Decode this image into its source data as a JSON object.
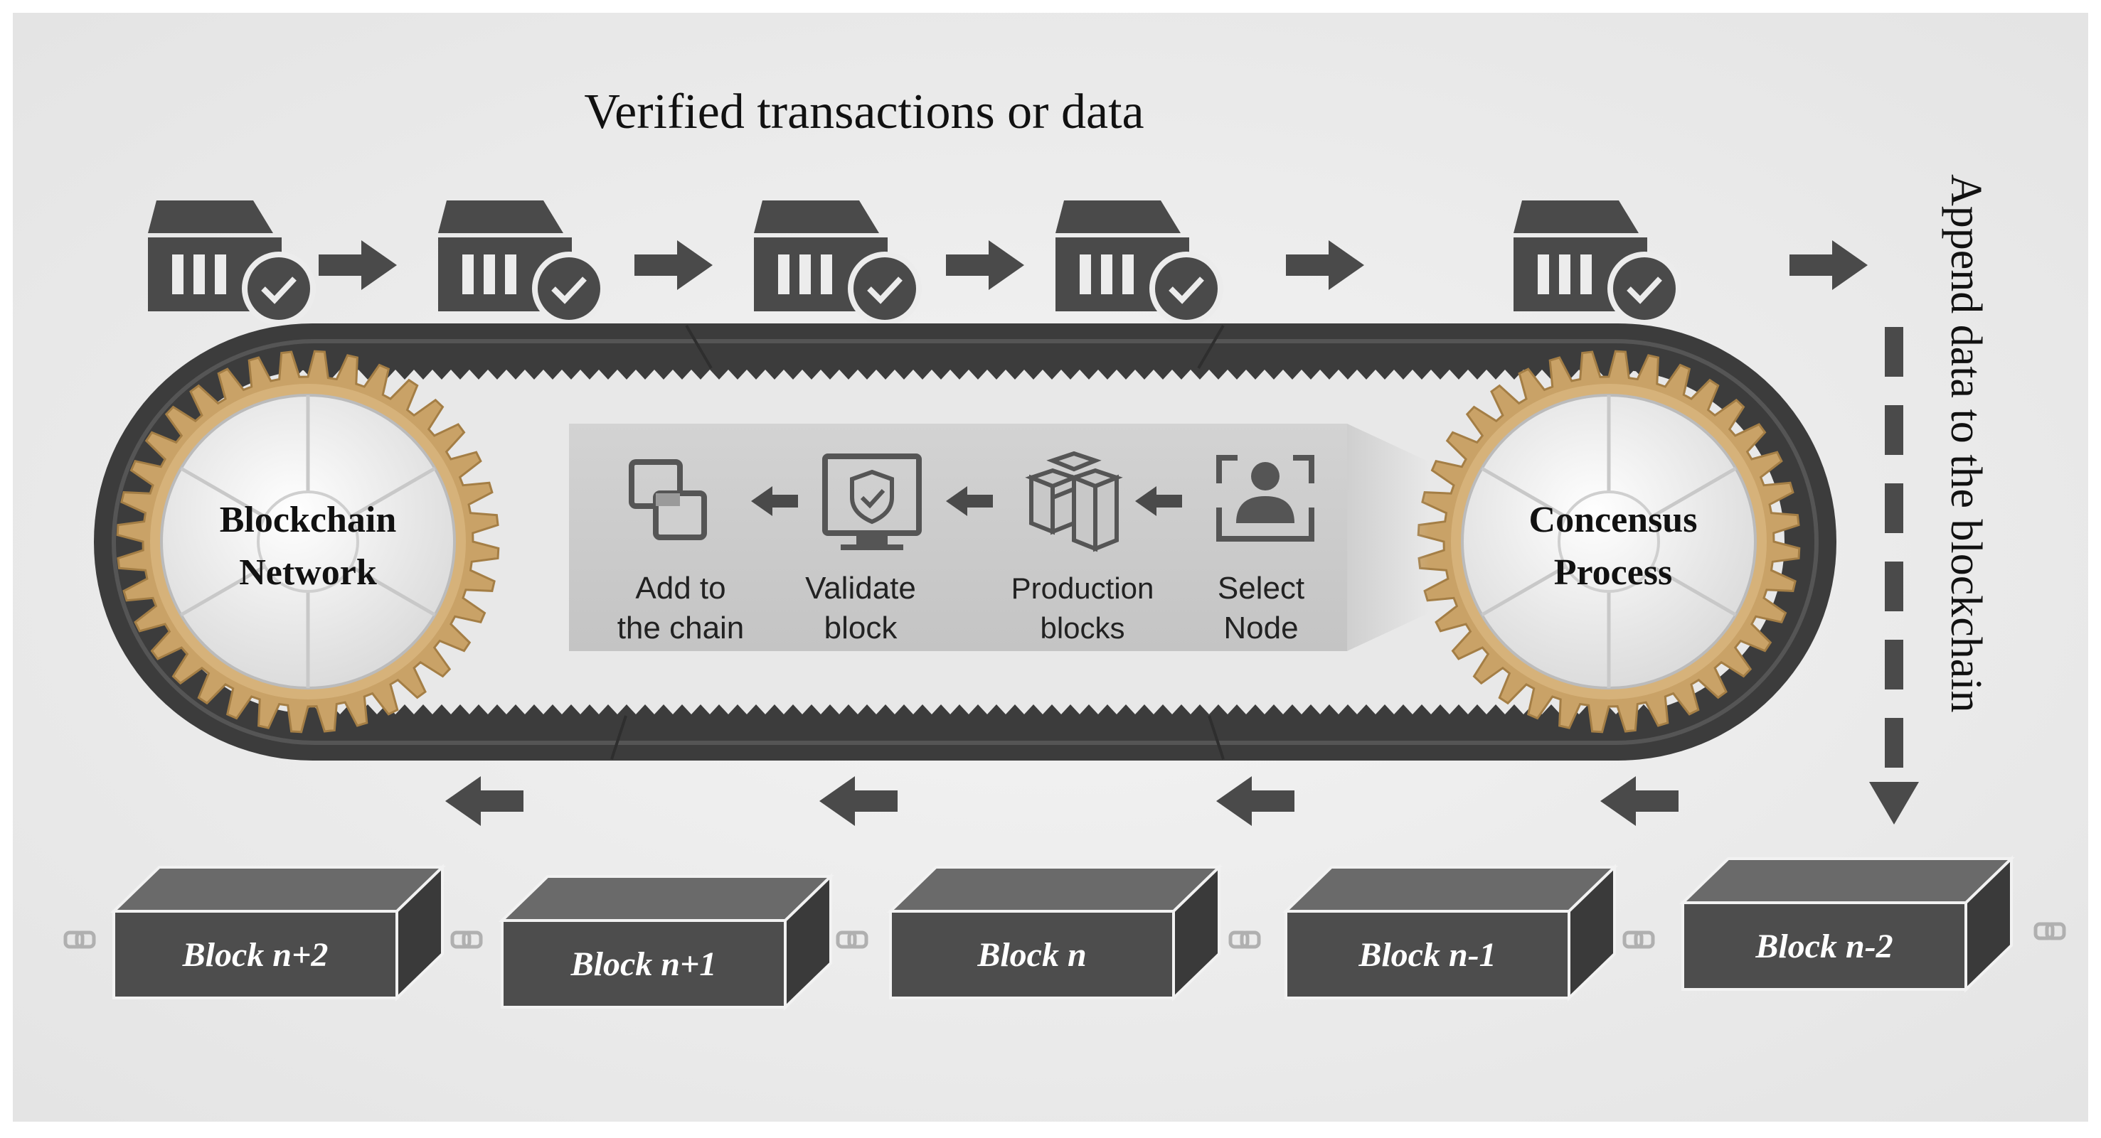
{
  "diagram": {
    "top_label": "Verified transactions or data",
    "side_label": "Append data to the blockchain",
    "left_gear_label": [
      "Blockchain",
      "Network"
    ],
    "right_gear_label": [
      "Concensus",
      "Process"
    ],
    "steps": [
      {
        "icon": "select-node-icon",
        "lines": [
          "Select",
          "Node"
        ]
      },
      {
        "icon": "production-blocks-icon",
        "lines": [
          "Production",
          "blocks"
        ]
      },
      {
        "icon": "validate-block-icon",
        "lines": [
          "Validate",
          "block"
        ]
      },
      {
        "icon": "add-to-chain-icon",
        "lines": [
          "Add to",
          "the chain"
        ]
      }
    ],
    "blocks": [
      "Block n+2",
      "Block n+1",
      "Block n",
      "Block n-1",
      "Block n-2"
    ],
    "transaction_count": 5,
    "colors": {
      "dark": "#4a4a4a",
      "belt": "#3a3a3a",
      "gear": "#c9a267",
      "background": "#ececec"
    }
  }
}
